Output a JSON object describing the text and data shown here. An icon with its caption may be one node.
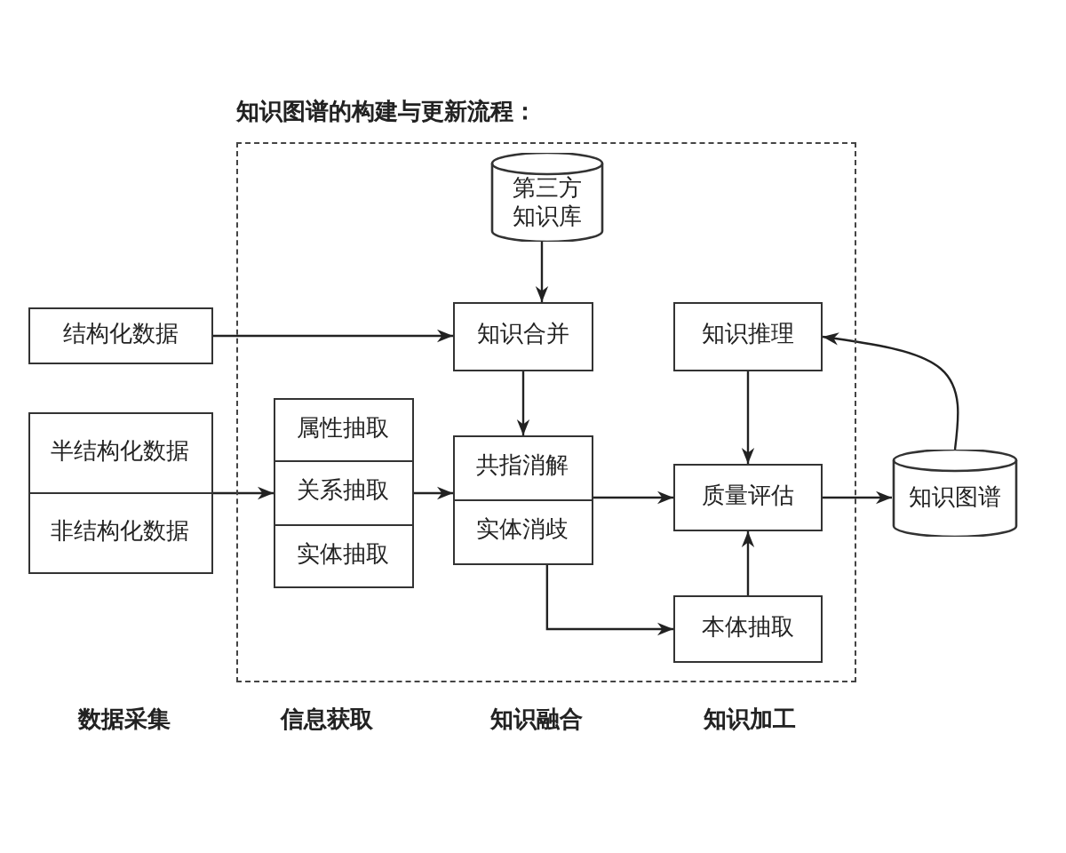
{
  "diagram": {
    "nodes": [
      {
        "text": [
          "知识图谱的构建与更新流程："
        ]
      },
      {
        "text": [
          "结构化数据"
        ]
      },
      {
        "text": [],
        "shape": "box"
      },
      {
        "text": [
          "半结构化数据"
        ],
        "in": 2
      },
      {
        "text": [
          "非结构化数据"
        ],
        "in": 2
      },
      {
        "text": [],
        "shape": "box",
        "in": 0
      },
      {
        "text": [
          "属性抽取"
        ],
        "in": 5
      },
      {
        "text": [
          "关系抽取"
        ],
        "in": 5
      },
      {
        "text": [
          "实体抽取"
        ],
        "in": 5
      },
      {
        "text": [
          "第三方知识库"
        ],
        "in": 0
      },
      {
        "text": [
          "知识合并"
        ],
        "in": 0
      },
      {
        "text": [],
        "shape": "box",
        "in": 0
      },
      {
        "text": [
          "共指消解"
        ],
        "in": 11
      },
      {
        "text": [
          "实体消歧"
        ],
        "in": 11
      },
      {
        "text": [
          "知识推理"
        ],
        "in": 0
      },
      {
        "text": [
          "质量评估"
        ],
        "in": 0
      },
      {
        "text": [
          "本体抽取"
        ],
        "in": 0
      },
      {
        "text": [
          "知识图谱"
        ]
      }
    ],
    "edges": [
      {
        "from": 1,
        "to": 10,
        "arrow": "to"
      },
      {
        "from": 2,
        "to": 7,
        "arrow": "to"
      },
      {
        "from": 7,
        "to": 11,
        "arrow": "to"
      },
      {
        "from": 9,
        "to": 10,
        "arrow": "to"
      },
      {
        "from": 10,
        "to": 11,
        "arrow": "to"
      },
      {
        "from": 11,
        "to": 15,
        "arrow": "to"
      },
      {
        "from": 11,
        "to": 16,
        "arrow": "to"
      },
      {
        "from": 14,
        "to": 15,
        "arrow": "to"
      },
      {
        "from": 16,
        "to": 15,
        "arrow": "to"
      },
      {
        "from": 15,
        "to": 17,
        "arrow": "to"
      },
      {
        "from": 17,
        "to": 14,
        "arrow": "to"
      }
    ],
    "labels": [
      "数据采集",
      "信息获取",
      "知识融合",
      "知识加工"
    ]
  }
}
